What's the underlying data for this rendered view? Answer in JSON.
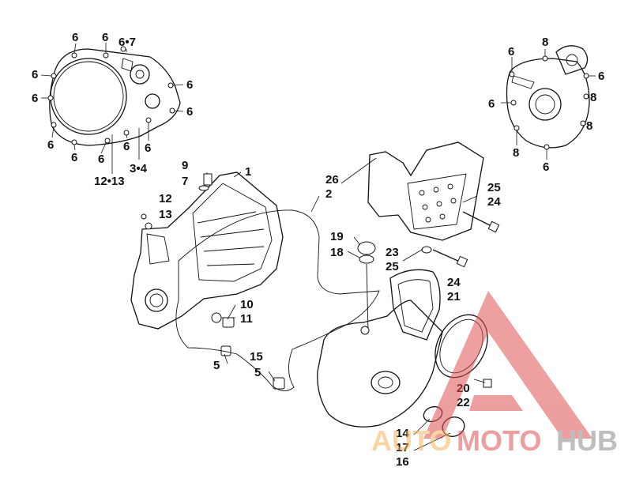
{
  "callouts": {
    "tl_6a": "6",
    "tl_6b": "6",
    "tl_67": "6•7",
    "tl_6c": "6",
    "tl_6d": "6",
    "tl_6e": "6",
    "tl_6f": "6",
    "tl_6g": "6",
    "tl_6h": "6",
    "tl_6i": "6",
    "tl_6j": "6",
    "tl_34": "3•4",
    "tl_1213": "12•13",
    "tr_6a": "6",
    "tr_8a": "8",
    "tr_6b": "6",
    "tr_6c": "6",
    "tr_8b": "8",
    "tr_8c": "8",
    "tr_8d": "8",
    "tr_6d": "6",
    "m_9": "9",
    "m_7": "7",
    "m_1": "1",
    "m_26": "26",
    "m_2": "2",
    "m_12": "12",
    "m_13": "13",
    "m_25a": "25",
    "m_24a": "24",
    "m_19": "19",
    "m_18": "18",
    "m_23": "23",
    "m_25b": "25",
    "m_24b": "24",
    "m_21": "21",
    "m_10": "10",
    "m_11": "11",
    "m_5a": "5",
    "m_15": "15",
    "m_5b": "5",
    "m_20": "20",
    "m_22": "22",
    "m_14": "14",
    "m_17": "17",
    "m_16": "16"
  },
  "watermark": {
    "part1": "AUTO",
    "part2": "MOTO",
    "part3": "HUB",
    "color_orange": "#f5b35a",
    "color_red": "#e05050",
    "color_gray": "#8a8a8a"
  }
}
